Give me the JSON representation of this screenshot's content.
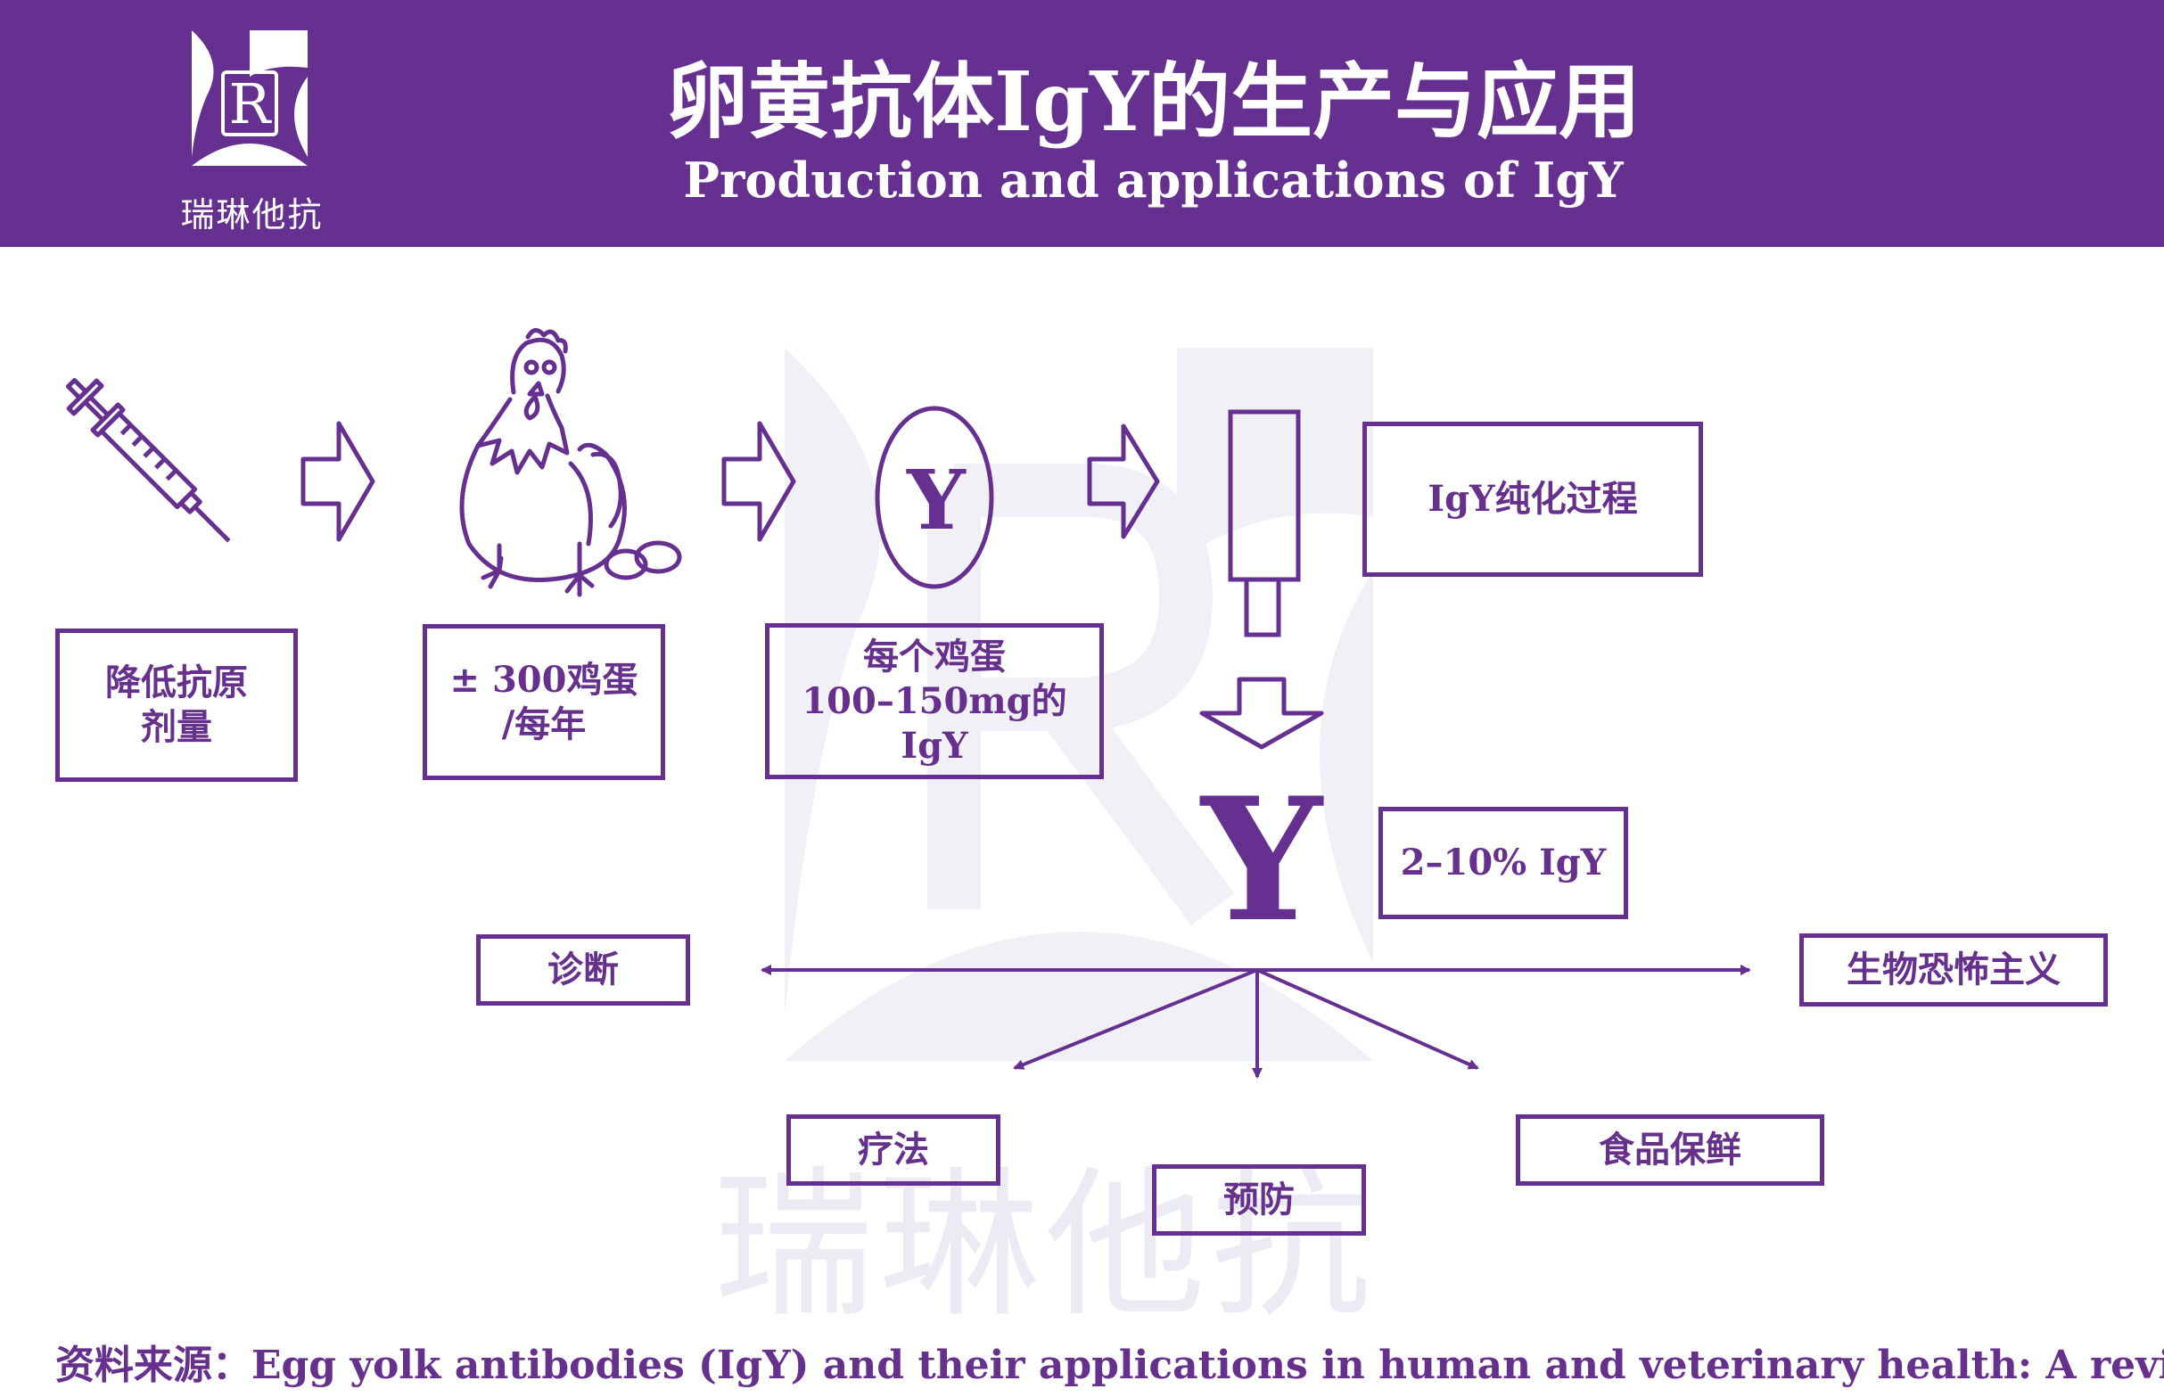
{
  "header": {
    "title_zh": "卵黄抗体IgY的生产与应用",
    "title_en": "Production and applications of IgY",
    "logo_text": "瑞琳他抗",
    "logo_letter": "R"
  },
  "watermark": {
    "text": "瑞琳他抗"
  },
  "steps": {
    "antigen": "降低抗原\n剂量",
    "eggs_per_year": "± 300鸡蛋\n/每年",
    "igy_per_egg": "每个鸡蛋\n100–150mg的IgY",
    "purification": "IgY纯化过程"
  },
  "egg_symbol": "Y",
  "igy_symbol": "Y",
  "yield_label": "2–10% IgY",
  "applications": {
    "diagnosis": "诊断",
    "bioterrorism": "生物恐怖主义",
    "therapy": "疗法",
    "prevention": "预防",
    "food_preservation": "食品保鲜"
  },
  "source": "资料来源：Egg yolk antibodies (IgY) and their applications in human and veterinary health: A review",
  "colors": {
    "brand": "#65308f",
    "watermark": "#ecebf4",
    "background": "#ffffff"
  },
  "icons": [
    "syringe-icon",
    "hen-icon",
    "egg-icon",
    "arrow-right-icon",
    "column-icon",
    "arrow-down-icon"
  ]
}
